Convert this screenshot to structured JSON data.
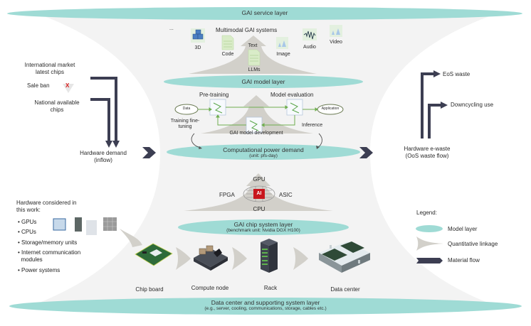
{
  "colors": {
    "layer": "#9fdbd5",
    "funnel": "#f3f3f3",
    "linkage": "#d2d0ca",
    "material_flow": "#3c3e52",
    "green": "#6fae4f",
    "chip_red": "#c8161d"
  },
  "layers": {
    "service": {
      "title": "GAI service layer"
    },
    "model": {
      "title": "GAI model layer"
    },
    "compute": {
      "title": "Computational power demand",
      "subtitle": "(unit: pfs-day)"
    },
    "chip": {
      "title": "GAI chip system layer",
      "subtitle": "(benchmark unit: Nvidia DGX H100)"
    },
    "datacenter": {
      "title": "Data center and supporting system layer",
      "subtitle": "(e.g., server, cooling, communications, storage, cables etc.)"
    }
  },
  "service": {
    "heading": "Multimodal GAI systems",
    "ellipsis": "...",
    "modalities": [
      {
        "label": "3D",
        "icon": "cube-stack-icon"
      },
      {
        "label": "Code",
        "icon": "document-icon"
      },
      {
        "label": "Text",
        "icon": "document-icon"
      },
      {
        "label": "Image",
        "icon": "image-icon"
      },
      {
        "label": "Audio",
        "icon": "waveform-icon"
      },
      {
        "label": "Video",
        "icon": "video-icon"
      }
    ],
    "llms_label": "LLMs"
  },
  "model": {
    "pretraining": "Pre-training",
    "evaluation": "Model evaluation",
    "data": "Data",
    "application": "Application",
    "finetuning": "Training fine-\ntuning",
    "inference": "Inference",
    "development": "GAI model development"
  },
  "chips": {
    "gpu": "GPU",
    "cpu": "CPU",
    "fpga": "FPGA",
    "asic": "ASIC",
    "ai": "AI"
  },
  "inflow": {
    "intl_market": "International market\nlatest chips",
    "sale_ban": "Sale ban",
    "ban_mark": "X",
    "national": "National available\nchips",
    "demand": "Hardware demand\n(inflow)"
  },
  "outflow": {
    "eos": "EoS waste",
    "downcycling": "Downcycling use",
    "ewaste": "Hardware e-waste\n(OoS waste flow)"
  },
  "hardware": {
    "heading": "Hardware considered in\nthis work:",
    "items": [
      "• GPUs",
      "• CPUs",
      "• Storage/memory units",
      "• Internet communication\n  modules",
      "• Power systems"
    ]
  },
  "pipeline": [
    {
      "label": "Chip board",
      "icon": "chip-board-icon"
    },
    {
      "label": "Compute node",
      "icon": "compute-node-icon"
    },
    {
      "label": "Rack",
      "icon": "server-rack-icon"
    },
    {
      "label": "Data center",
      "icon": "data-center-icon"
    }
  ],
  "legend": {
    "title": "Legend:",
    "items": [
      {
        "label": "Model layer",
        "symbol": "ellipse"
      },
      {
        "label": "Quantitative linkage",
        "symbol": "linkage"
      },
      {
        "label": "Material flow",
        "symbol": "arrow"
      }
    ]
  }
}
